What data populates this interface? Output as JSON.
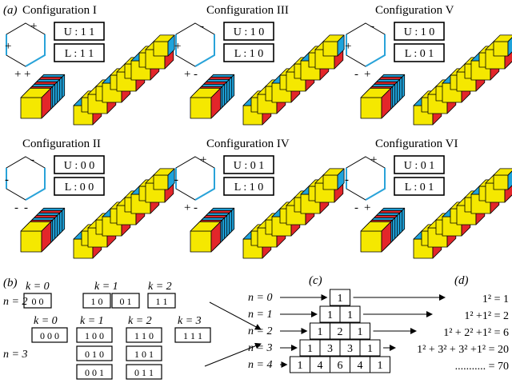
{
  "panel_labels": {
    "a": "(a)",
    "b": "(b)",
    "c": "(c)",
    "d": "(d)"
  },
  "colors": {
    "yellow": "#F5E800",
    "blue": "#1FA3DB",
    "red": "#E3262A",
    "hexline": "#29A3D9",
    "outline": "#000000"
  },
  "configs": [
    {
      "title": "Configuration I",
      "u": "U : 1 1",
      "l": "L : 1 1",
      "signs": [
        "+",
        "+",
        "+",
        "+"
      ]
    },
    {
      "title": "Configuration III",
      "u": "U : 1 0",
      "l": "L : 1 0",
      "signs": [
        "-",
        "+",
        "+",
        "-"
      ]
    },
    {
      "title": "Configuration V",
      "u": "U : 1 0",
      "l": "L : 0 1",
      "signs": [
        "-",
        "+",
        "-",
        "+"
      ]
    },
    {
      "title": "Configuration II",
      "u": "U : 0 0",
      "l": "L : 0 0",
      "signs": [
        "-",
        "-",
        "-",
        "-"
      ]
    },
    {
      "title": "Configuration IV",
      "u": "U : 0 1",
      "l": "L : 1 0",
      "signs": [
        "+",
        "-",
        "+",
        "-"
      ]
    },
    {
      "title": "Configuration VI",
      "u": "U : 0 1",
      "l": "L : 0 1",
      "signs": [
        "+",
        "-",
        "-",
        "+"
      ]
    }
  ],
  "panel_b": {
    "n2_label": "n = 2",
    "n3_label": "n = 3",
    "n2_groups": [
      {
        "k": "k = 0",
        "cells": [
          "0 0"
        ]
      },
      {
        "k": "k = 1",
        "cells": [
          "1 0",
          "0 1"
        ]
      },
      {
        "k": "k = 2",
        "cells": [
          "1 1"
        ]
      }
    ],
    "n3_groups": [
      {
        "k": "k = 0",
        "cells": [
          "0 0 0"
        ]
      },
      {
        "k": "k = 1",
        "cells": [
          "1 0 0",
          "0 1 0",
          "0 0 1"
        ]
      },
      {
        "k": "k = 2",
        "cells": [
          "1 1 0",
          "1 0 1",
          "0 1 1"
        ]
      },
      {
        "k": "k = 3",
        "cells": [
          "1 1 1"
        ]
      }
    ]
  },
  "panel_c": {
    "row_labels": [
      "n = 0",
      "n = 1",
      "n = 2",
      "n = 3",
      "n = 4"
    ],
    "rows": [
      [
        "1"
      ],
      [
        "1",
        "1"
      ],
      [
        "1",
        "2",
        "1"
      ],
      [
        "1",
        "3",
        "3",
        "1"
      ],
      [
        "1",
        "4",
        "6",
        "4",
        "1"
      ]
    ]
  },
  "panel_d": {
    "sums": [
      "1² = 1",
      "1² +1² = 2",
      "1² + 2² +1² = 6",
      "1² + 3² + 3² +1² = 20",
      "........... = 70"
    ]
  }
}
